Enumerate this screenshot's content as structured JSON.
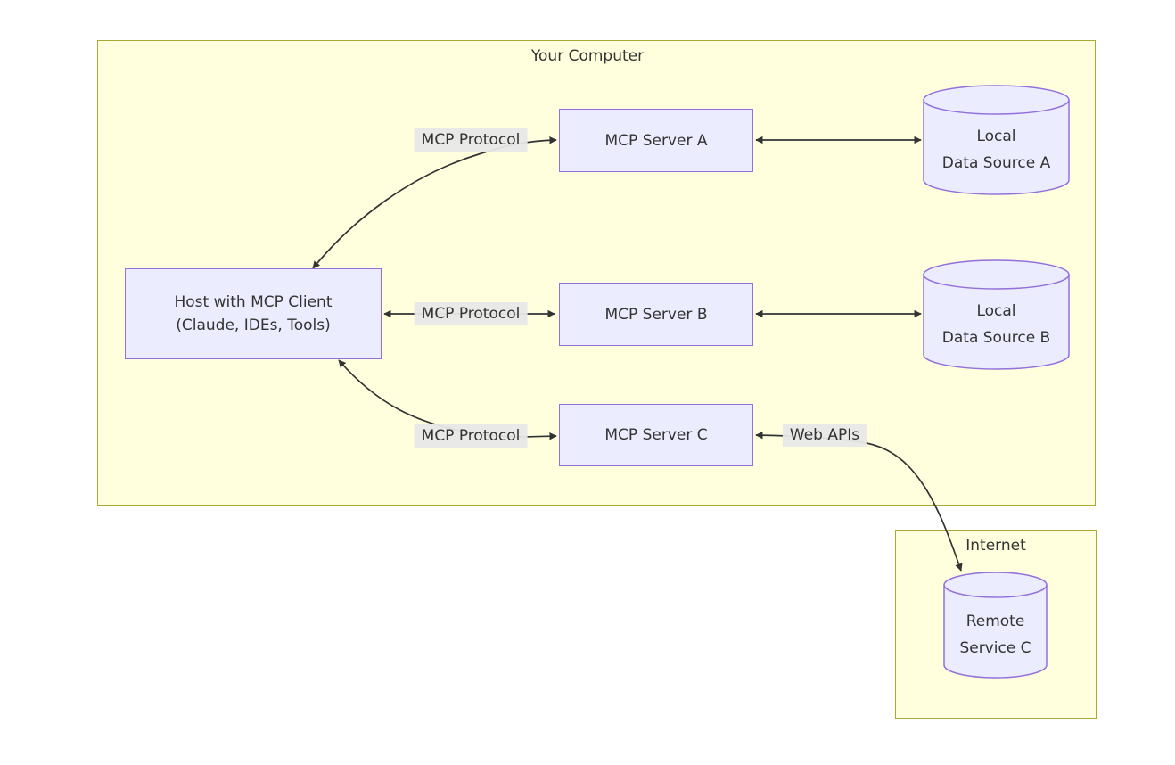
{
  "diagram": {
    "clusters": {
      "your_computer": {
        "label": "Your Computer"
      },
      "internet": {
        "label": "Internet"
      }
    },
    "nodes": {
      "host": {
        "line1": "Host with MCP Client",
        "line2": "(Claude, IDEs, Tools)"
      },
      "server_a": {
        "label": "MCP Server A"
      },
      "server_b": {
        "label": "MCP Server B"
      },
      "server_c": {
        "label": "MCP Server C"
      },
      "data_source_a": {
        "line1": "Local",
        "line2": "Data Source A"
      },
      "data_source_b": {
        "line1": "Local",
        "line2": "Data Source B"
      },
      "remote_service_c": {
        "line1": "Remote",
        "line2": "Service C"
      }
    },
    "edge_labels": {
      "host_server_a": "MCP Protocol",
      "host_server_b": "MCP Protocol",
      "host_server_c": "MCP Protocol",
      "server_c_remote": "Web APIs"
    },
    "colors": {
      "node_fill": "#ECECFF",
      "node_border": "#9370DB",
      "cluster_fill": "#ffffde",
      "cluster_border": "#aaaa33",
      "edge": "#333333",
      "edge_label_bg": "#e8e8e8",
      "text": "#333333"
    }
  }
}
